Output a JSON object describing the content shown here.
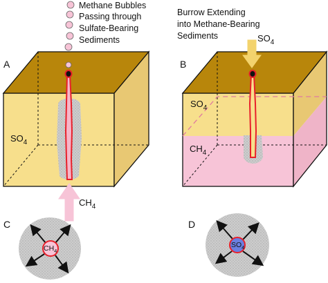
{
  "panels": {
    "a": {
      "letter": "A",
      "caption_lines": [
        "Methane Bubbles",
        "Passing through",
        "Sulfate-Bearing",
        "Sediments"
      ],
      "zone_label": "SO",
      "zone_sub": "4",
      "arrow_label": "CH",
      "arrow_sub": "4"
    },
    "b": {
      "letter": "B",
      "caption_lines": [
        "Burrow Extending",
        "into Methane-Bearing",
        "Sediments"
      ],
      "arrow_label": "SO",
      "arrow_sub": "4",
      "upper_zone_label": "SO",
      "upper_zone_sub": "4",
      "lower_zone_label": "CH",
      "lower_zone_sub": "4"
    },
    "c": {
      "letter": "C",
      "center_label": "CH",
      "center_sub": "4"
    },
    "d": {
      "letter": "D",
      "center_label": "SO",
      "center_sub": "4"
    }
  },
  "colors": {
    "sediment_yellow": "#f7df8c",
    "sediment_top": "#b8860b",
    "methane_pink": "#f7c4d7",
    "burrow_red": "#e8202a",
    "halo_gray": "#c8c8c8",
    "sulfate_blue": "#6b7fe0"
  }
}
